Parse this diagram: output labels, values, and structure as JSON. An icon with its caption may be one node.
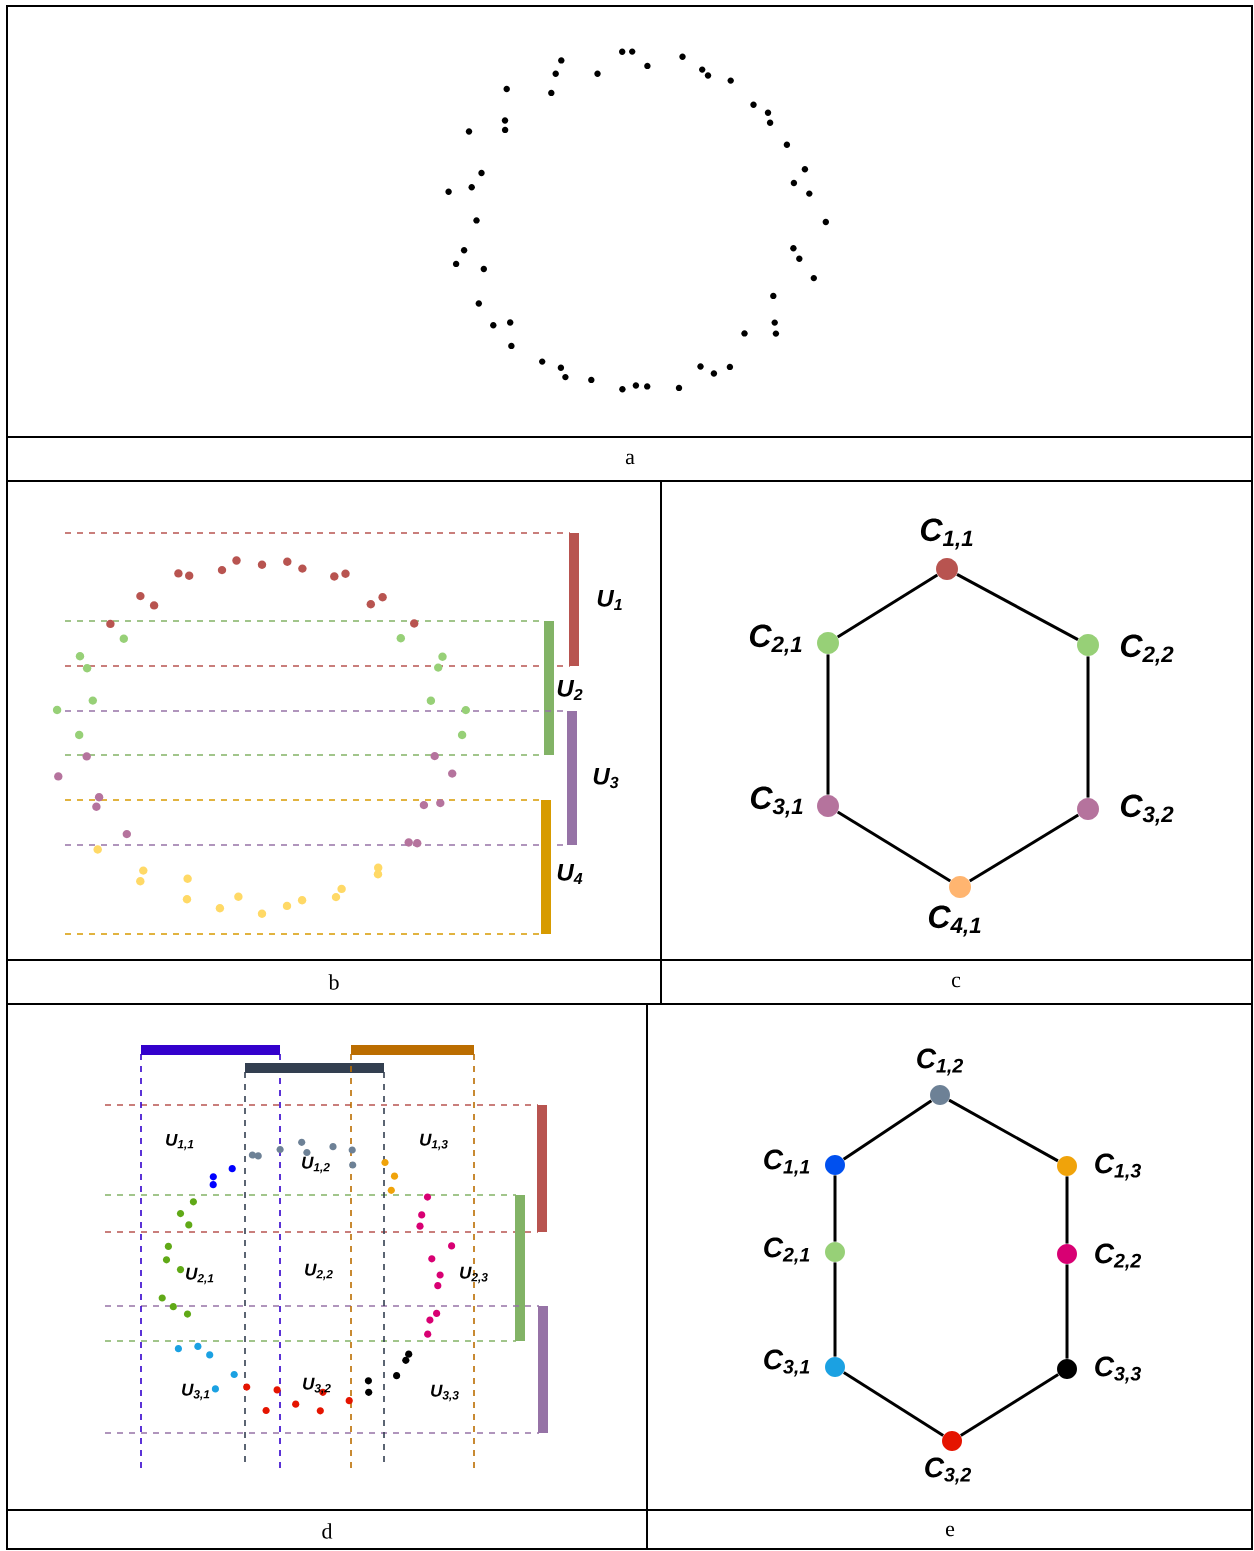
{
  "diagram": {
    "nodes": [
      {
        "text": [
          "C$_{1,1}$"
        ]
      },
      {
        "text": [
          "C$_{2,1}$"
        ]
      },
      {
        "text": [
          "C$_{2,2}$"
        ]
      },
      {
        "text": [
          "C$_{3,1}$"
        ]
      },
      {
        "text": [
          "C$_{3,2}$"
        ]
      },
      {
        "text": [
          "C$_{4,1}$"
        ]
      },
      {
        "text": [
          "C$_{1,2}$"
        ]
      },
      {
        "text": [
          "C$_{1,1}$"
        ]
      },
      {
        "text": [
          "C$_{1,3}$"
        ]
      },
      {
        "text": [
          "C$_{2,1}$"
        ]
      },
      {
        "text": [
          "C$_{2,2}$"
        ]
      },
      {
        "text": [
          "C$_{3,1}$"
        ]
      },
      {
        "text": [
          "C$_{3,3}$"
        ]
      },
      {
        "text": [
          "C$_{3,2}$"
        ]
      }
    ],
    "edges": [
      {
        "from": 0,
        "to": 1,
        "arrow": "none"
      },
      {
        "from": 0,
        "to": 2,
        "arrow": "none"
      },
      {
        "from": 1,
        "to": 3,
        "arrow": "none"
      },
      {
        "from": 2,
        "to": 4,
        "arrow": "none"
      },
      {
        "from": 3,
        "to": 5,
        "arrow": "none"
      },
      {
        "from": 4,
        "to": 5,
        "arrow": "none"
      },
      {
        "from": 6,
        "to": 7,
        "arrow": "none"
      },
      {
        "from": 6,
        "to": 8,
        "arrow": "none"
      },
      {
        "from": 7,
        "to": 9,
        "arrow": "none"
      },
      {
        "from": 9,
        "to": 11,
        "arrow": "none"
      },
      {
        "from": 8,
        "to": 10,
        "arrow": "none"
      },
      {
        "from": 10,
        "to": 12,
        "arrow": "none"
      },
      {
        "from": 11,
        "to": 13,
        "arrow": "none"
      },
      {
        "from": 12,
        "to": 13,
        "arrow": "none"
      }
    ],
    "labels": [
      "a",
      "U$_{1}$",
      "U$_{2}$",
      "U$_{3}$",
      "U$_{4}$",
      "b",
      "c",
      "U$_{1,1}$",
      "U$_{1,2}$",
      "U$_{1,3}$",
      "U$_{2,1}$",
      "U$_{2,2}$",
      "U$_{2,3}$",
      "U$_{3,1}$",
      "U$_{3,2}$",
      "U$_{3,3}$",
      "d",
      "e"
    ]
  }
}
